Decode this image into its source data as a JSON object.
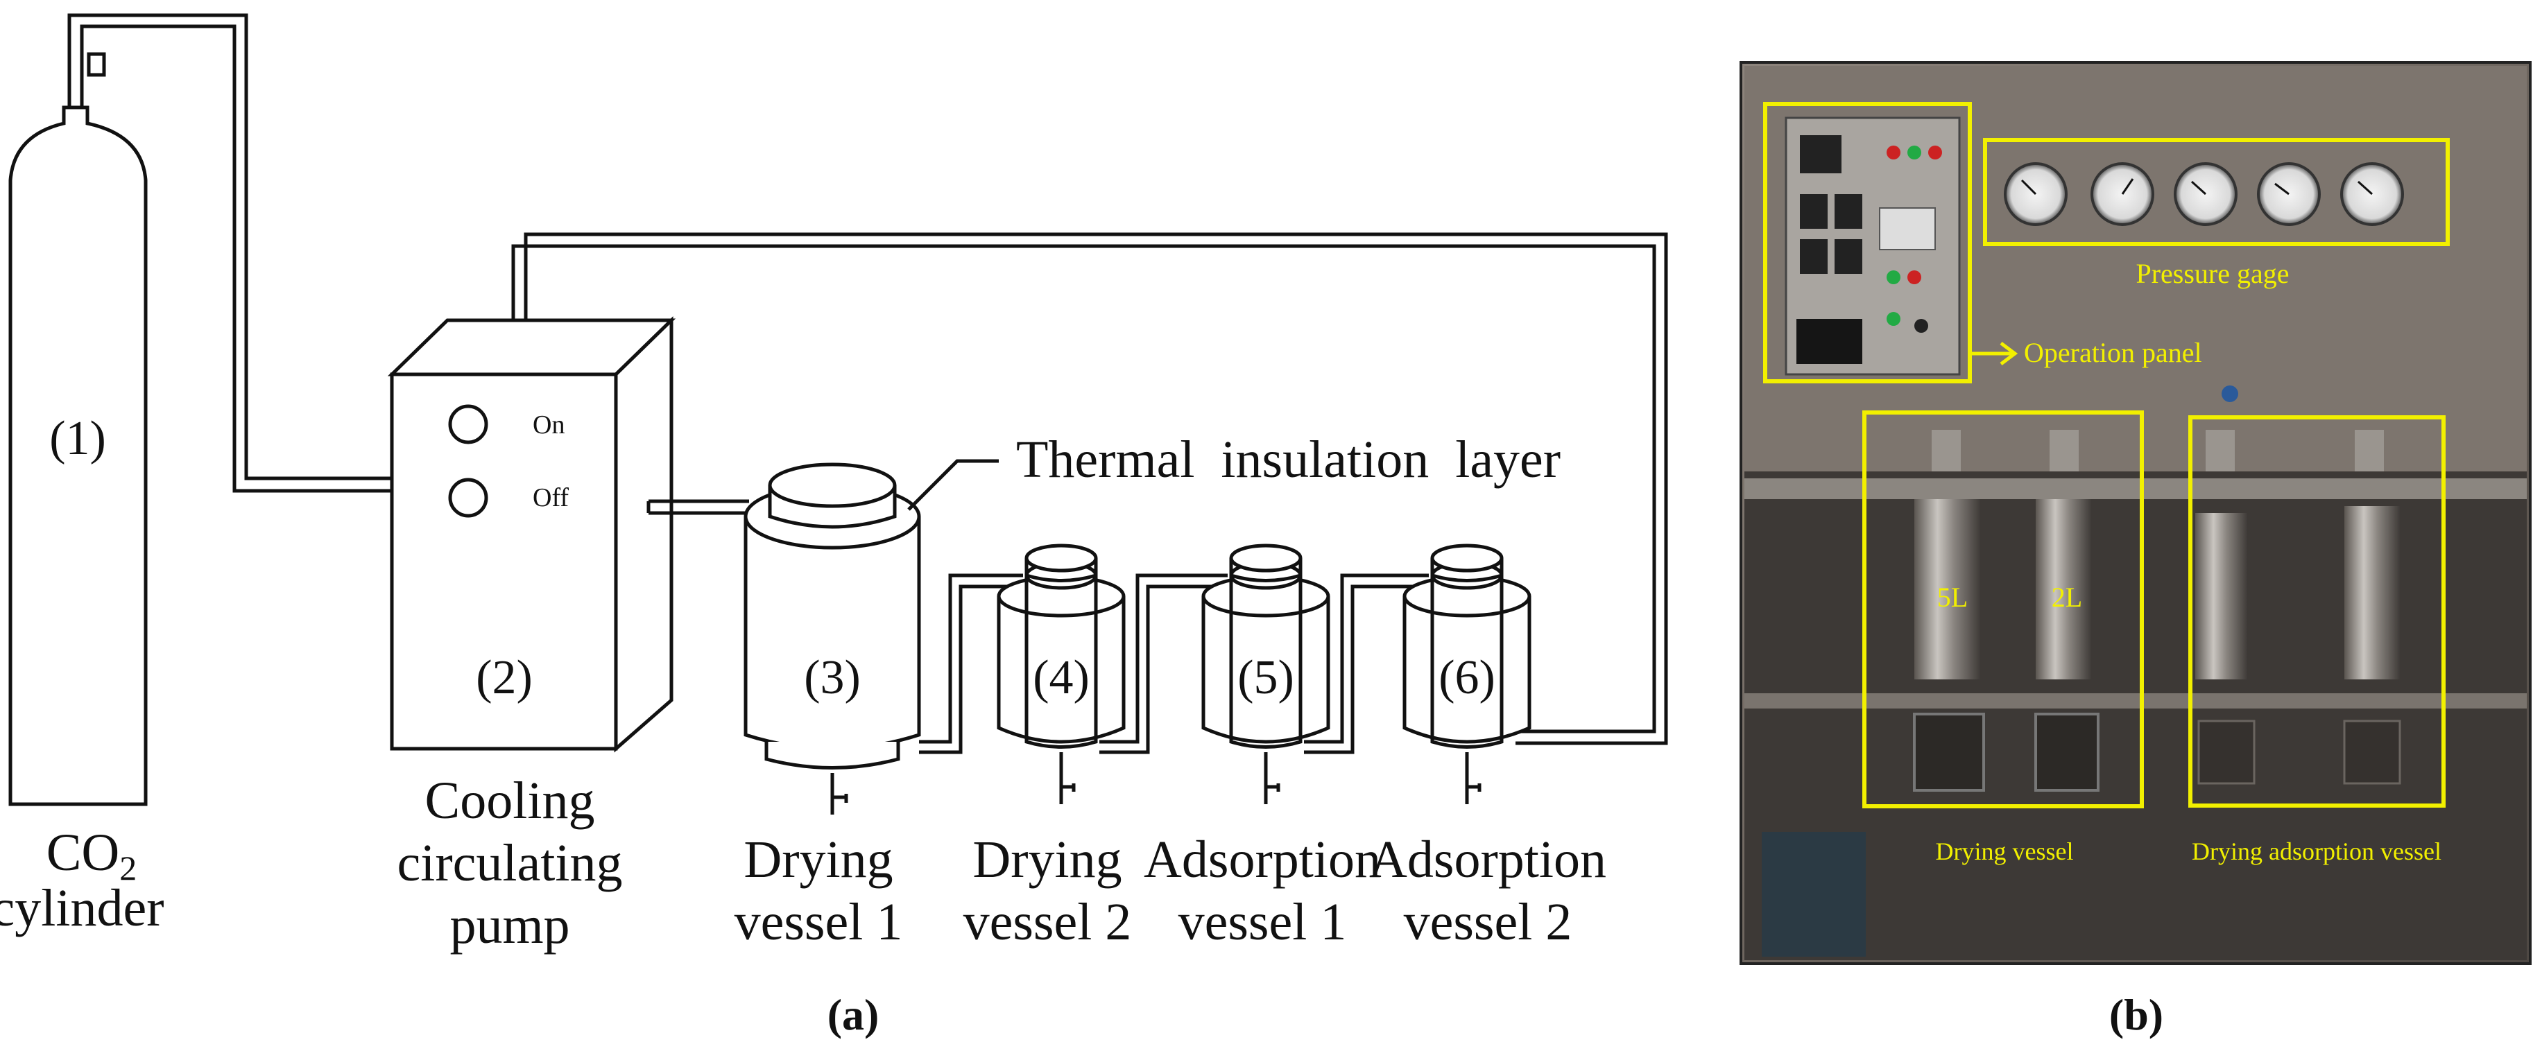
{
  "panel_a": {
    "caption": "(a)",
    "co2_cylinder": {
      "number": "(1)",
      "label_main": "CO",
      "label_sub": "2",
      "label_line2": "cylinder"
    },
    "pump": {
      "number": "(2)",
      "on_label": "On",
      "off_label": "Off",
      "label_lines": [
        "Cooling",
        "circulating",
        "pump"
      ]
    },
    "insulation_label": "Thermal  insulation  layer",
    "vessels": [
      {
        "number": "(3)",
        "label_lines": [
          "Drying",
          "vessel 1"
        ]
      },
      {
        "number": "(4)",
        "label_lines": [
          "Drying",
          "vessel 2"
        ]
      },
      {
        "number": "(5)",
        "label_lines": [
          "Adsorption",
          "vessel 1"
        ]
      },
      {
        "number": "(6)",
        "label_lines": [
          "Adsorption",
          "vessel 2"
        ]
      }
    ]
  },
  "panel_b": {
    "caption": "(b)",
    "pressure_gage_label": "Pressure gage",
    "operation_panel_label": "Operation panel",
    "vessel_5l_label": "5L",
    "vessel_2l_label": "2L",
    "drying_vessel_label": "Drying vessel",
    "drying_adsorption_label": "Drying adsorption vessel",
    "highlight_color": "#f2f000"
  }
}
